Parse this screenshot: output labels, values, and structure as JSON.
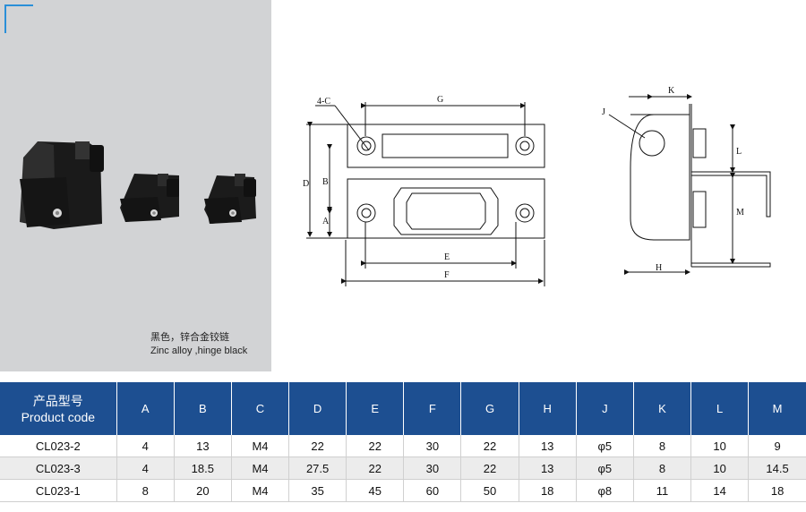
{
  "product": {
    "caption_cn": "黑色，锌合金铰链",
    "caption_en": "Zinc alloy ,hinge black"
  },
  "drawing_labels": {
    "hole_callout": "4-C",
    "G": "G",
    "D": "D",
    "B": "B",
    "A": "A",
    "E": "E",
    "F": "F",
    "J": "J",
    "K": "K",
    "L": "L",
    "M": "M",
    "H": "H"
  },
  "table": {
    "header_code_cn": "产品型号",
    "header_code_en": "Product code",
    "columns": [
      "A",
      "B",
      "C",
      "D",
      "E",
      "F",
      "G",
      "H",
      "J",
      "K",
      "L",
      "M"
    ],
    "rows": [
      [
        "CL023-2",
        "4",
        "13",
        "M4",
        "22",
        "22",
        "30",
        "22",
        "13",
        "φ5",
        "8",
        "10",
        "9"
      ],
      [
        "CL023-3",
        "4",
        "18.5",
        "M4",
        "27.5",
        "22",
        "30",
        "22",
        "13",
        "φ5",
        "8",
        "10",
        "14.5"
      ],
      [
        "CL023-1",
        "8",
        "20",
        "M4",
        "35",
        "45",
        "60",
        "50",
        "18",
        "φ8",
        "11",
        "14",
        "18"
      ]
    ]
  },
  "colors": {
    "header_bg": "#1d4f91",
    "photo_bg": "#d2d3d5",
    "accent": "#2a8fd8"
  }
}
